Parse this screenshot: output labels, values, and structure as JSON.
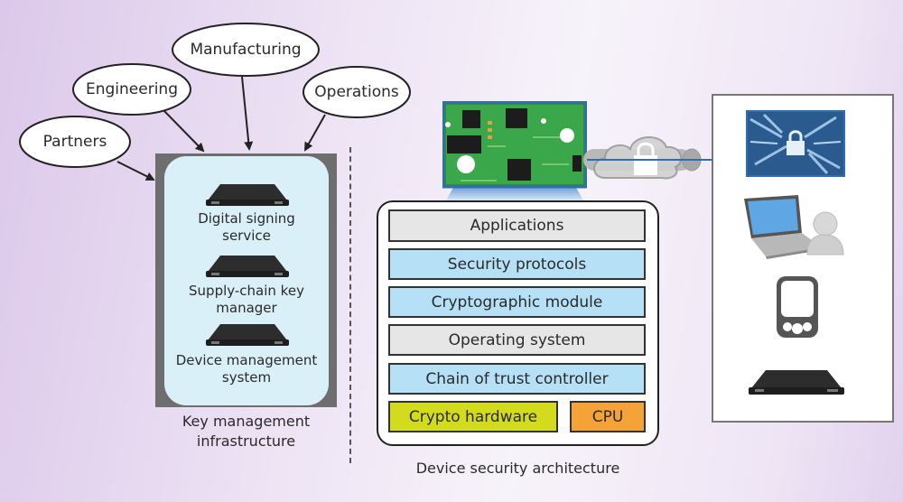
{
  "stakeholders": [
    {
      "label": "Partners"
    },
    {
      "label": "Engineering"
    },
    {
      "label": "Manufacturing"
    },
    {
      "label": "Operations"
    }
  ],
  "key_management": {
    "services": [
      {
        "line1": "Digital signing",
        "line2": "service"
      },
      {
        "line1": "Supply-chain key",
        "line2": "manager"
      },
      {
        "line1": "Device management",
        "line2": "system"
      }
    ],
    "caption_line1": "Key management",
    "caption_line2": "infrastructure"
  },
  "device_architecture": {
    "layers": [
      {
        "label": "Applications",
        "color": "#e6e6e6"
      },
      {
        "label": "Security protocols",
        "color": "#b5e0f6"
      },
      {
        "label": "Cryptographic module",
        "color": "#b5e0f6"
      },
      {
        "label": "Operating system",
        "color": "#e6e6e6"
      },
      {
        "label": "Chain of trust controller",
        "color": "#b5e0f6"
      }
    ],
    "hardware": [
      {
        "label": "Crypto hardware",
        "color": "#d3dc1c"
      },
      {
        "label": "CPU",
        "color": "#f5a237"
      }
    ],
    "caption": "Device security architecture"
  },
  "connection": {
    "icon": "secure-cloud-tunnel-icon",
    "line_color": "#2f6db5"
  },
  "endpoints": [
    {
      "icon": "locked-circuit-image"
    },
    {
      "icon": "laptop-user-icon"
    },
    {
      "icon": "smartphone-icon"
    },
    {
      "icon": "server-appliance-icon"
    }
  ]
}
